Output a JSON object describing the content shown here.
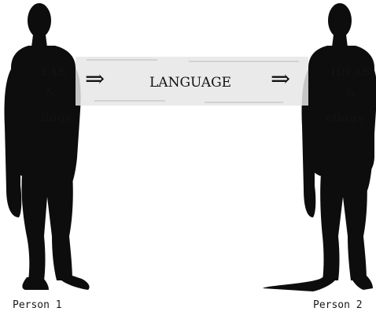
{
  "diagram": {
    "center_label": "LANGUAGE",
    "arrow_symbol": "⇒",
    "person1": {
      "head_text": [
        "EAS",
        "&",
        "lings"
      ],
      "label": "Person 1"
    },
    "person2": {
      "head_text": [
        "IDEAS",
        "&",
        "elings"
      ],
      "label": "Person 2"
    },
    "colors": {
      "silhouette": "#0d0d0d",
      "band": "#e6e6e6",
      "text": "#111111",
      "background": "#ffffff"
    }
  }
}
